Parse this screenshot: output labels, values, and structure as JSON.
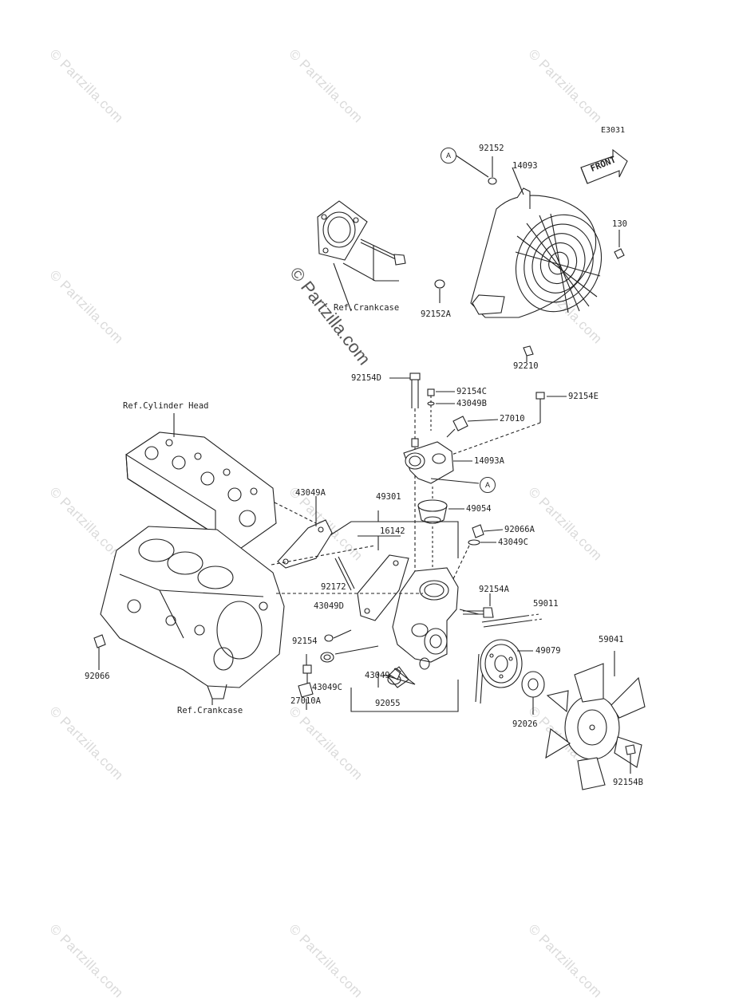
{
  "diagram": {
    "code": "E3031",
    "front_label": "FRONT",
    "callouts": {
      "a_top": "A",
      "a_mid": "A"
    },
    "refs": {
      "crankcase_upper": "Ref.Crankcase",
      "cylinder_head": "Ref.Cylinder Head",
      "crankcase_lower": "Ref.Crankcase"
    },
    "parts": {
      "p92152": "92152",
      "p14093": "14093",
      "p130": "130",
      "p92152A": "92152A",
      "p92210": "92210",
      "p92154D": "92154D",
      "p92154C": "92154C",
      "p43049B": "43049B",
      "p92154E": "92154E",
      "p27010": "27010",
      "p14093A": "14093A",
      "p43049A": "43049A",
      "p49301": "49301",
      "p49054": "49054",
      "p16142": "16142",
      "p92066A": "92066A",
      "p43049C_a": "43049C",
      "p92172": "92172",
      "p92154A": "92154A",
      "p59011": "59011",
      "p43049D": "43049D",
      "p92154": "92154",
      "p43049": "43049",
      "p49079": "49079",
      "p59041": "59041",
      "p92066": "92066",
      "p43049C_b": "43049C",
      "p27010A": "27010A",
      "p92055": "92055",
      "p92026": "92026",
      "p92154B": "92154B"
    }
  },
  "watermark": {
    "repeat_text": "© Partzilla.com",
    "center_text": "© Partzilla.com"
  }
}
